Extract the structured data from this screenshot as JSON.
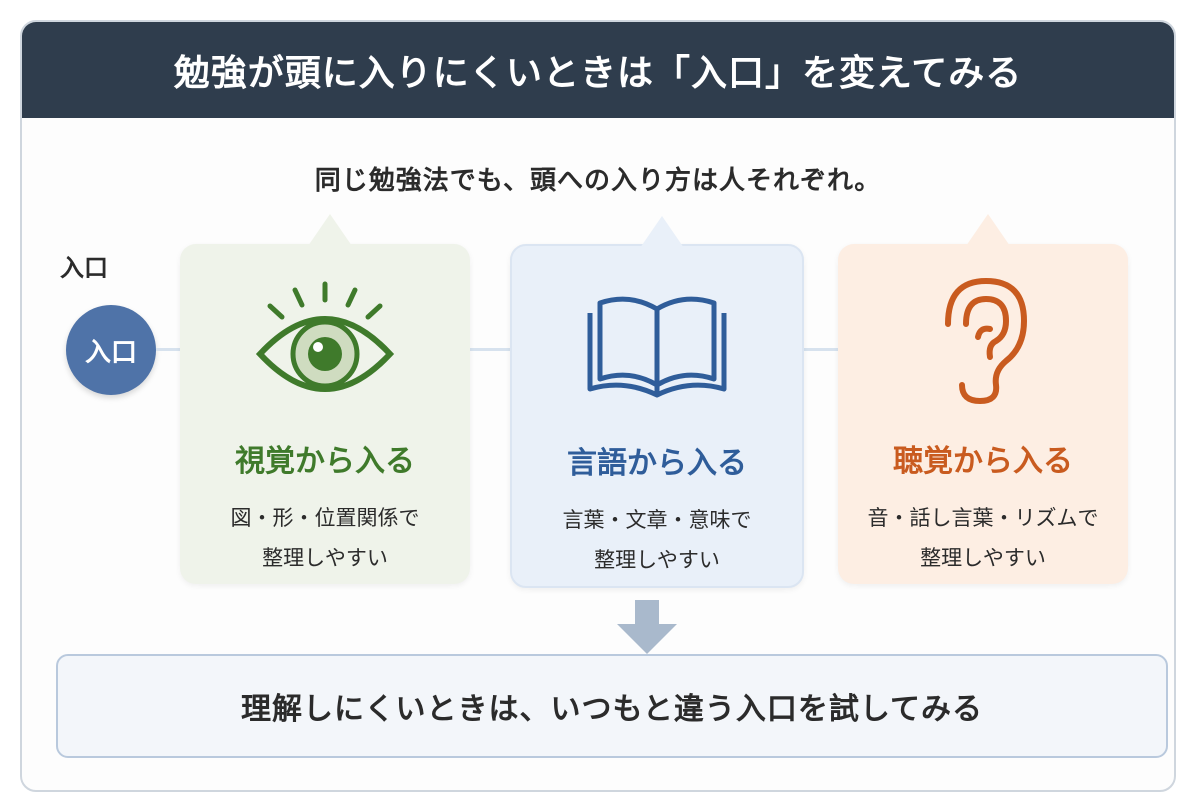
{
  "header": {
    "title": "勉強が頭に入りにくいときは「入口」を変えてみる"
  },
  "subtitle": "同じ勉強法でも、頭への入り方は人それぞれ。",
  "side": {
    "label": "入口",
    "badge": "入口"
  },
  "cards": [
    {
      "title": "視覚から入る",
      "desc_line1": "図・形・位置関係で",
      "desc_line2": "整理しやすい",
      "icon": "eye-icon",
      "accent": "#3f7a2b",
      "bg": "#eff3ea"
    },
    {
      "title": "言語から入る",
      "desc_line1": "言葉・文章・意味で",
      "desc_line2": "整理しやすい",
      "icon": "book-icon",
      "accent": "#2f5d9a",
      "bg": "#e9f0f9"
    },
    {
      "title": "聴覚から入る",
      "desc_line1": "音・話し言葉・リズムで",
      "desc_line2": "整理しやすい",
      "icon": "ear-icon",
      "accent": "#c95b1f",
      "bg": "#fdeee3"
    }
  ],
  "conclusion": "理解しにくいときは、いつもと違う入口を試してみる",
  "colors": {
    "header_bg": "#2f3d4d",
    "badge_bg": "#4f73a8",
    "arrow": "#a9b9cc"
  }
}
